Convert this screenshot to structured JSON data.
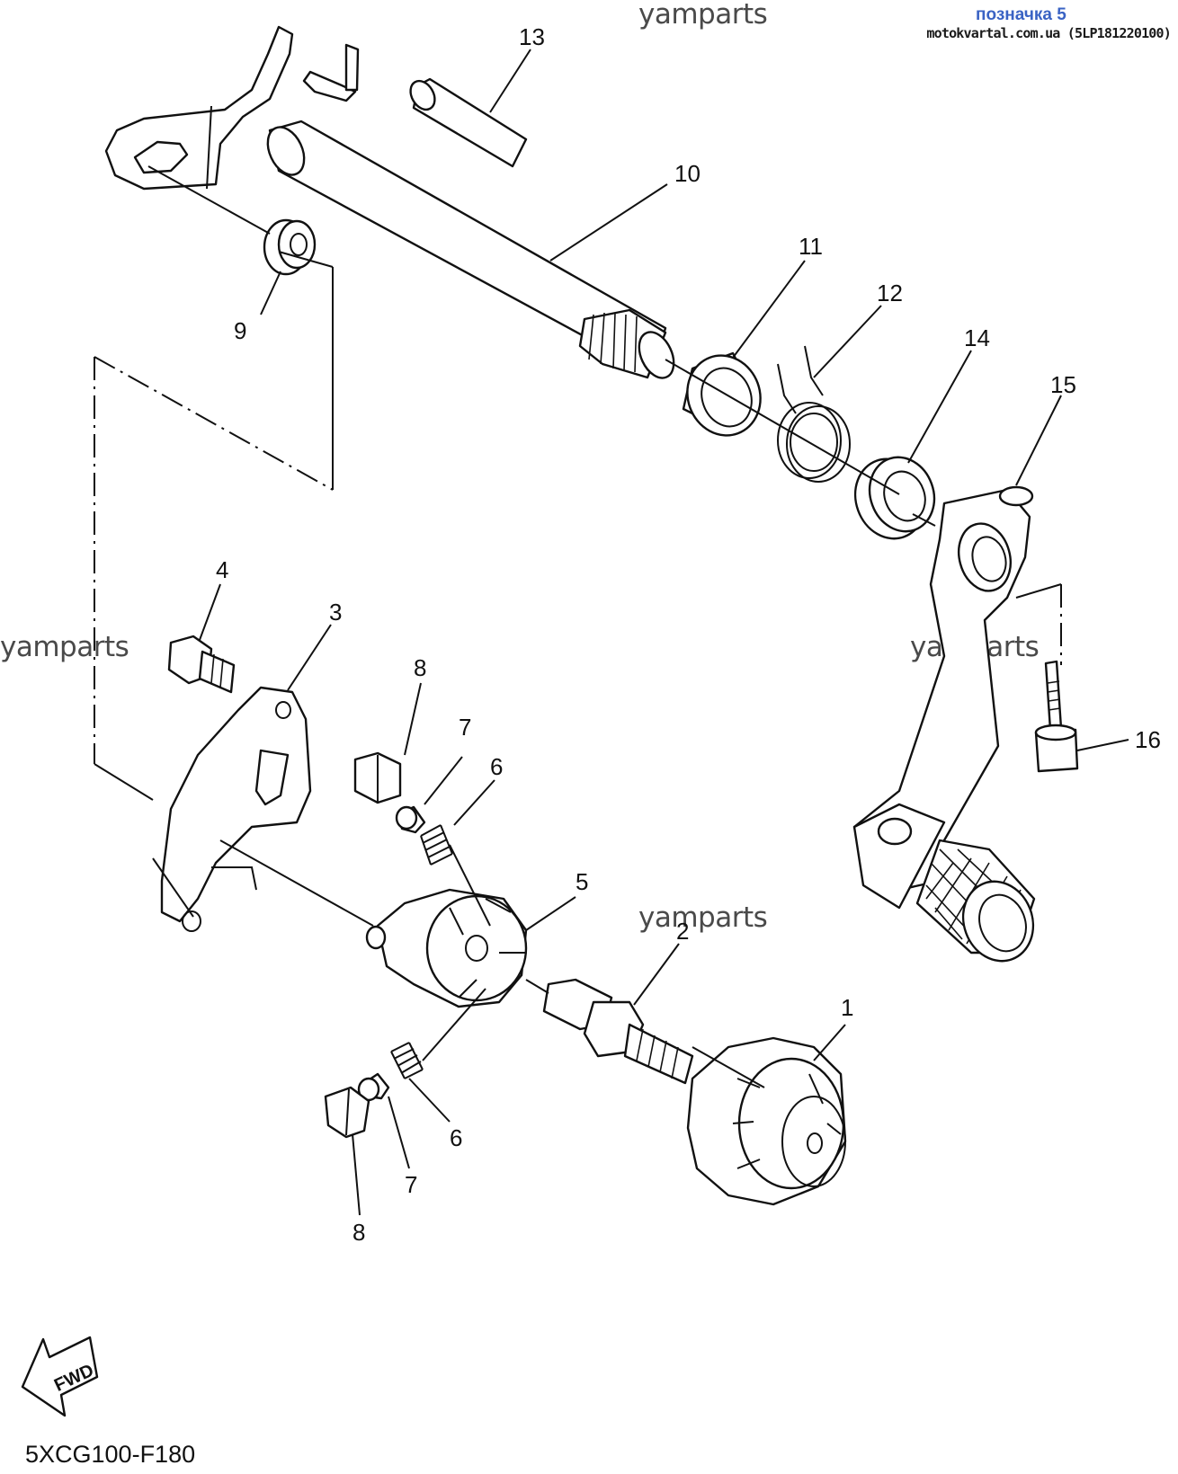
{
  "watermarks": [
    "yamparts",
    "yamparts",
    "yamparts",
    "yamparts"
  ],
  "badge": "позначка 5",
  "source": "motokvartal.com.ua (5LP181220100)",
  "diagram_code": "5XCG100-F180",
  "fwd_label": "FWD",
  "callouts": {
    "c1": "1",
    "c2": "2",
    "c3": "3",
    "c4": "4",
    "c5": "5",
    "c6a": "6",
    "c6b": "6",
    "c7a": "7",
    "c7b": "7",
    "c8a": "8",
    "c8b": "8",
    "c9": "9",
    "c10": "10",
    "c11": "11",
    "c12": "12",
    "c13": "13",
    "c14": "14",
    "c15": "15",
    "c16": "16"
  }
}
